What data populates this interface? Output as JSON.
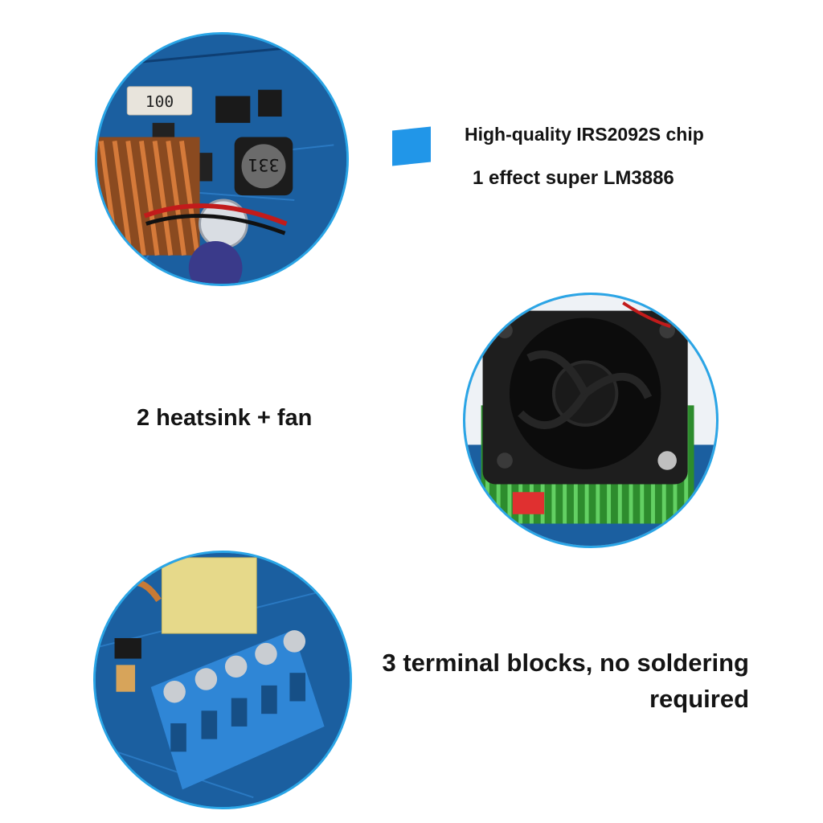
{
  "features": [
    {
      "caption": "High-quality IRS2092S chip",
      "subcaption": "1 effect super LM3886"
    },
    {
      "caption": "2 heatsink + fan"
    },
    {
      "caption": "3 terminal blocks, no soldering required"
    }
  ],
  "components": {
    "resistor_marking": "100",
    "inductor_marking": "331"
  },
  "colors": {
    "accent": "#2196e8",
    "pcb": "#1b5fa0",
    "heatsink": "#3fae3f",
    "terminal": "#2f86d6"
  }
}
